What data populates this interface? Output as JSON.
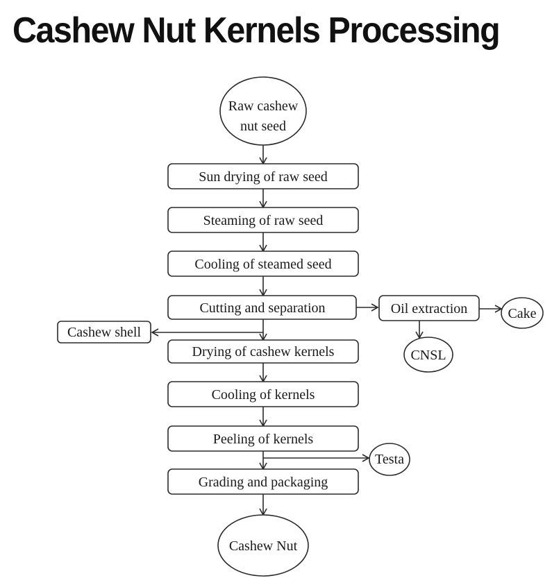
{
  "title": "Cashew Nut Kernels Processing",
  "nodes": {
    "raw_seed_line1": "Raw cashew",
    "raw_seed_line2": "nut seed",
    "sun_drying": "Sun drying of raw seed",
    "steaming": "Steaming of raw seed",
    "cooling_seed": "Cooling of steamed seed",
    "cutting": "Cutting and separation",
    "drying_kernels": "Drying of cashew kernels",
    "cooling_kernels": "Cooling of kernels",
    "peeling": "Peeling of kernels",
    "grading": "Grading and packaging",
    "cashew_nut": "Cashew Nut",
    "cashew_shell": "Cashew shell",
    "oil_extraction": "Oil extraction",
    "cake": "Cake",
    "cnsl": "CNSL",
    "testa": "Testa"
  }
}
